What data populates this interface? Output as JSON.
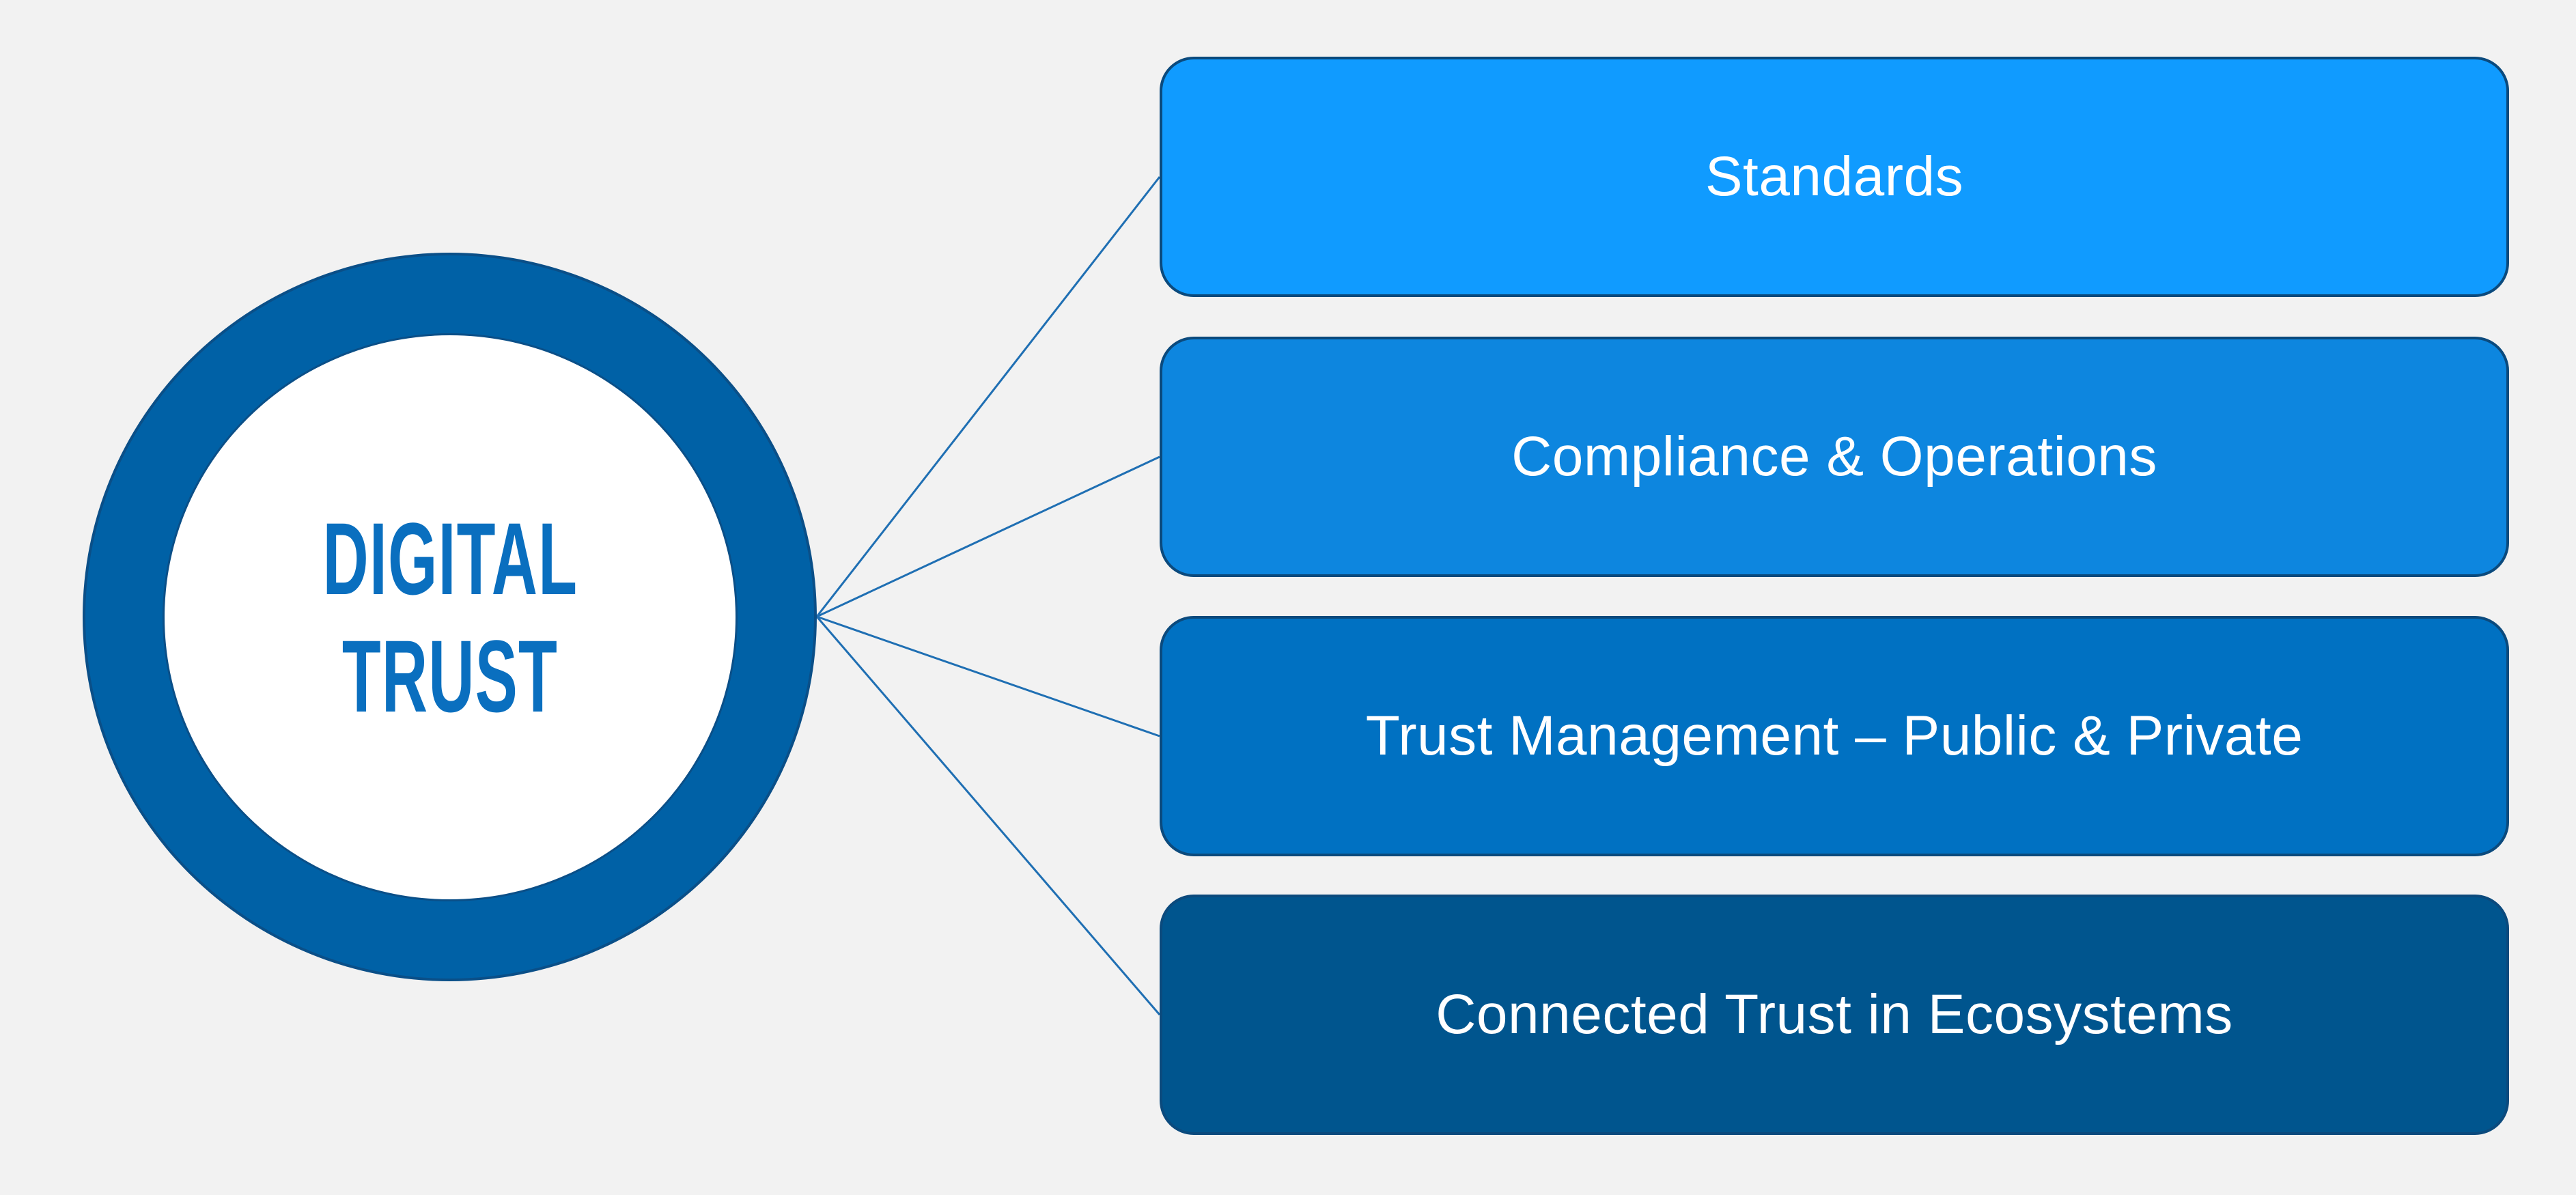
{
  "hub": {
    "line1": "DIGITAL",
    "line2": "TRUST",
    "ring_color": "#0061a6",
    "text_color": "#0a6fbf"
  },
  "pillars": [
    {
      "label": "Standards",
      "color": "#109bff"
    },
    {
      "label": "Compliance & Operations",
      "color": "#0d86df"
    },
    {
      "label": "Trust Management – Public & Private",
      "color": "#0071c2"
    },
    {
      "label": "Connected Trust in Ecosystems",
      "color": "#00558e"
    }
  ],
  "connector_color": "#1f6fb3"
}
